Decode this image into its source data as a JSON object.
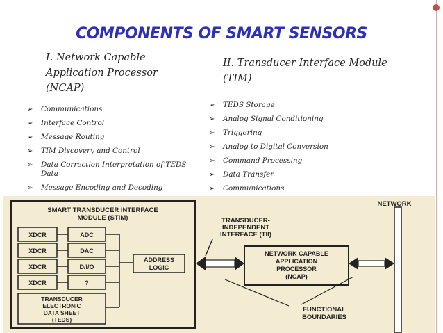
{
  "title": "COMPONENTS OF SMART SENSORS",
  "left": {
    "heading_lines": [
      "I.   Network Capable",
      "Application Processor",
      "(NCAP)"
    ],
    "items": [
      "Communications",
      "Interface Control",
      "Message Routing",
      "TIM Discovery and Control",
      "Data Correction Interpretation of TEDS Data",
      "Message Encoding and Decoding"
    ]
  },
  "right": {
    "heading_lines": [
      "II.   Transducer Interface Module",
      "(TIM)"
    ],
    "items": [
      "TEDS Storage",
      "Analog Signal Conditioning",
      "Triggering",
      "Analog to Digital Conversion",
      "Command Processing",
      "Data Transfer",
      "Communications"
    ]
  },
  "bullet_glyph": "➢",
  "diagram": {
    "stim_title": [
      "SMART TRANSDUCER INTERFACE",
      "MODULE (STIM)"
    ],
    "xdcr": [
      "XDCR",
      "XDCR",
      "XDCR",
      "XDCR"
    ],
    "modules": [
      "ADC",
      "DAC",
      "D/I/O",
      "?"
    ],
    "address_logic": [
      "ADDRESS",
      "LOGIC"
    ],
    "teds": [
      "TRANSDUCER",
      "ELECTRONIC",
      "DATA SHEET",
      "(TEDS)"
    ],
    "tii": [
      "TRANSDUCER-",
      "INDEPENDENT",
      "INTERFACE (TII)"
    ],
    "ncap": [
      "NETWORK CAPABLE",
      "APPLICATION",
      "PROCESSOR",
      "(NCAP)"
    ],
    "functional": [
      "FUNCTIONAL",
      "BOUNDARIES"
    ],
    "network": "NETWORK"
  },
  "colors": {
    "title": "#2e31b8",
    "accent_line": "#c0504d",
    "figure_bg": "#f3ecd2"
  }
}
